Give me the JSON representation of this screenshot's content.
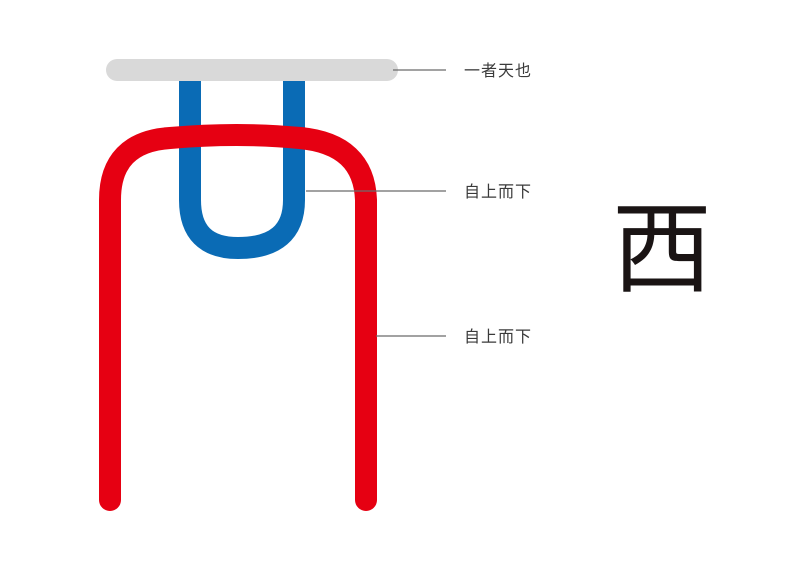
{
  "diagram": {
    "title_character": "西",
    "annotations": [
      {
        "id": "top-bar",
        "label": "一者天也",
        "stroke_color": "#d9d9d9"
      },
      {
        "id": "blue-u",
        "label": "自上而下",
        "stroke_color": "#0a6bb5"
      },
      {
        "id": "red-arch",
        "label": "自上而下",
        "stroke_color": "#e60012"
      }
    ],
    "colors": {
      "top_bar": "#d9d9d9",
      "blue_stroke": "#0a6bb5",
      "red_stroke": "#e60012",
      "leader_line": "#6b6b6b",
      "label_text": "#3a3a3a",
      "glyph": "#1a1414"
    }
  }
}
